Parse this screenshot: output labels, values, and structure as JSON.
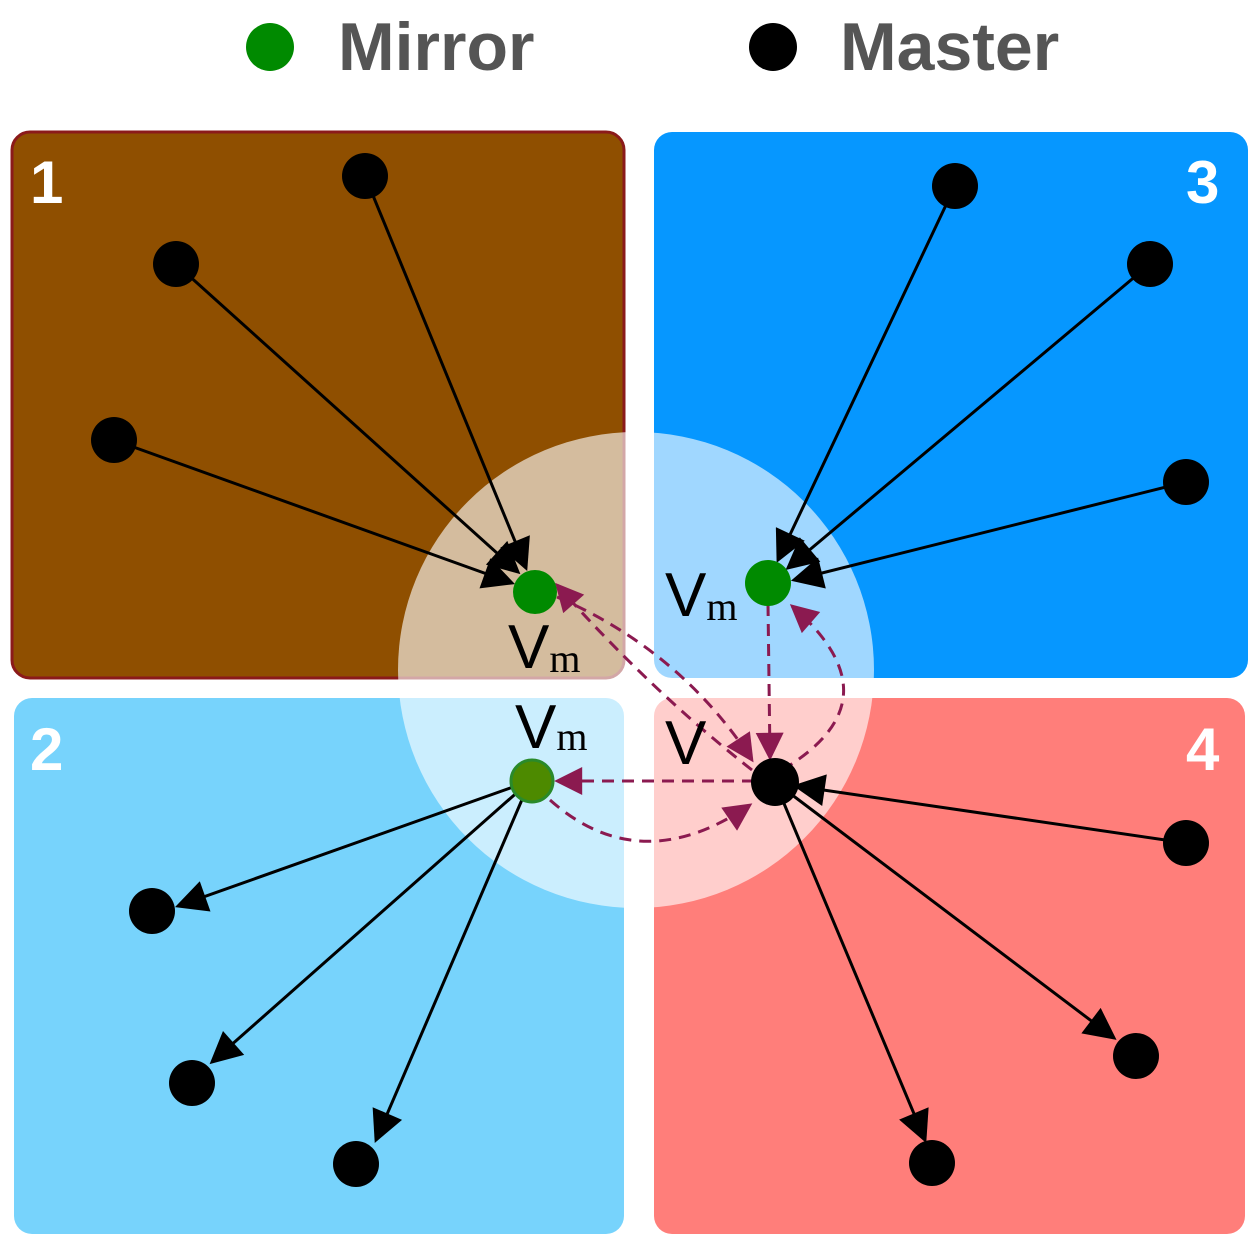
{
  "legend": {
    "mirror": {
      "label": "Mirror",
      "color": "#008a00"
    },
    "master": {
      "label": "Master",
      "color": "#000000"
    }
  },
  "partitions": [
    {
      "label": "1",
      "color": "#8f4f00"
    },
    {
      "label": "2",
      "color": "#77d3fc"
    },
    {
      "label": "3",
      "color": "#0697ff"
    },
    {
      "label": "4",
      "color": "#ff7e7a"
    }
  ],
  "vertex_labels": {
    "mirror_1": {
      "main": "V",
      "sub": "m"
    },
    "mirror_2": {
      "main": "V",
      "sub": "m"
    },
    "mirror_3": {
      "main": "V",
      "sub": "m"
    },
    "master_4": {
      "main": "V"
    }
  },
  "colors": {
    "sync_arrow": "#8b1a50",
    "overlap_circle": "#ffffff"
  }
}
